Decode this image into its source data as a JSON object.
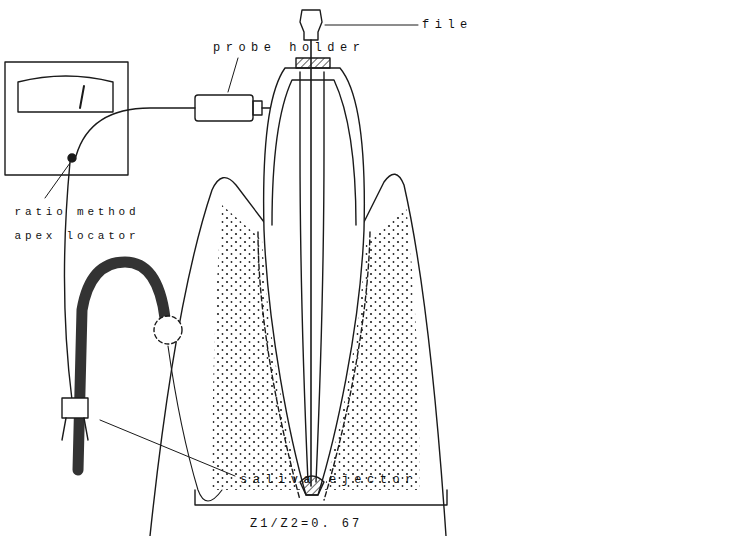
{
  "diagram": {
    "labels": [
      "probe holder",
      "file",
      "ratio method apex locator",
      "saliva ejector",
      "Z1/Z2=0. 67"
    ]
  }
}
